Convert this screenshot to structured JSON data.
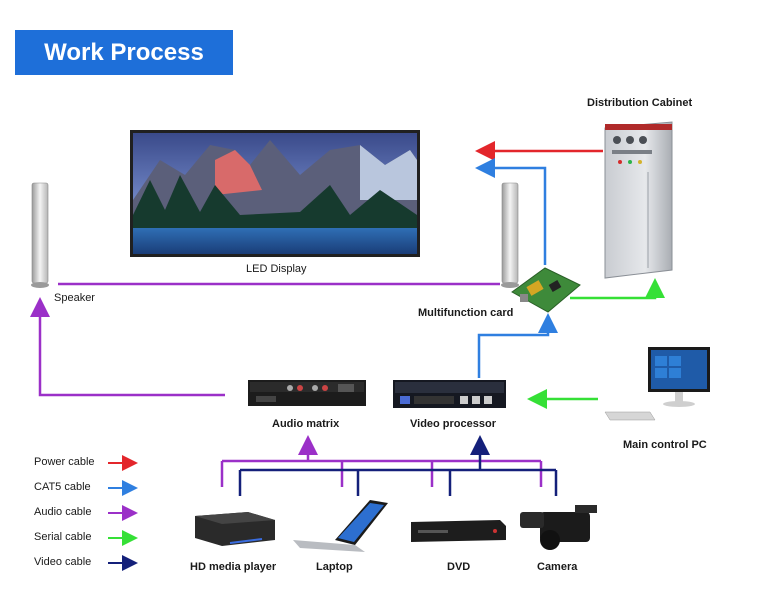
{
  "title": "Work Process",
  "colors": {
    "title_bg": "#1e6fd9",
    "power": "#e3262b",
    "cat5": "#2f7fe0",
    "audio": "#9b30c8",
    "serial": "#35e036",
    "video": "#14207a"
  },
  "nodes": {
    "led_display": "LED Display",
    "speaker": "Speaker",
    "distribution_cabinet": "Distribution Cabinet",
    "multifunction_card": "Multifunction card",
    "audio_matrix": "Audio matrix",
    "video_processor": "Video processor",
    "main_control_pc": "Main control PC",
    "hd_media_player": "HD media player",
    "laptop": "Laptop",
    "dvd": "DVD",
    "camera": "Camera"
  },
  "legend": [
    {
      "label": "Power cable",
      "color": "#e3262b"
    },
    {
      "label": "CAT5 cable",
      "color": "#2f7fe0"
    },
    {
      "label": "Audio cable",
      "color": "#9b30c8"
    },
    {
      "label": "Serial cable",
      "color": "#35e036"
    },
    {
      "label": "Video cable",
      "color": "#14207a"
    }
  ]
}
